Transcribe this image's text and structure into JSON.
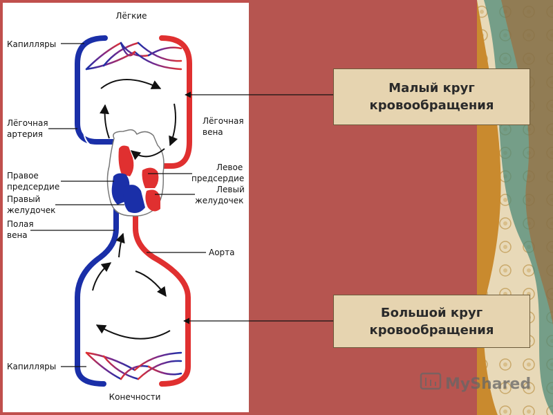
{
  "diagram": {
    "labels": {
      "lungs": "Лёгкие",
      "capillaries_top": "Капилляры",
      "pulmonary_artery_l1": "Лёгочная",
      "pulmonary_artery_l2": "артерия",
      "pulmonary_vein_l1": "Лёгочная",
      "pulmonary_vein_l2": "вена",
      "right_atrium_l1": "Правое",
      "right_atrium_l2": "предсердие",
      "left_atrium_l1": "Левое",
      "left_atrium_l2": "предсердие",
      "right_ventricle_l1": "Правый",
      "right_ventricle_l2": "желудочек",
      "left_ventricle_l1": "Левый",
      "left_ventricle_l2": "желудочек",
      "vena_cava_l1": "Полая",
      "vena_cava_l2": "вена",
      "aorta": "Аорта",
      "capillaries_bottom": "Капилляры",
      "limbs": "Конечности"
    },
    "colors": {
      "arterial": "#e03030",
      "venous": "#1a2fa8",
      "mixed": "#7a2a8c"
    }
  },
  "callouts": {
    "small_circle_l1": "Малый круг",
    "small_circle_l2": "кровообращения",
    "big_circle_l1": "Большой круг",
    "big_circle_l2": "кровообращения"
  },
  "watermark": {
    "text": "MyShared"
  }
}
